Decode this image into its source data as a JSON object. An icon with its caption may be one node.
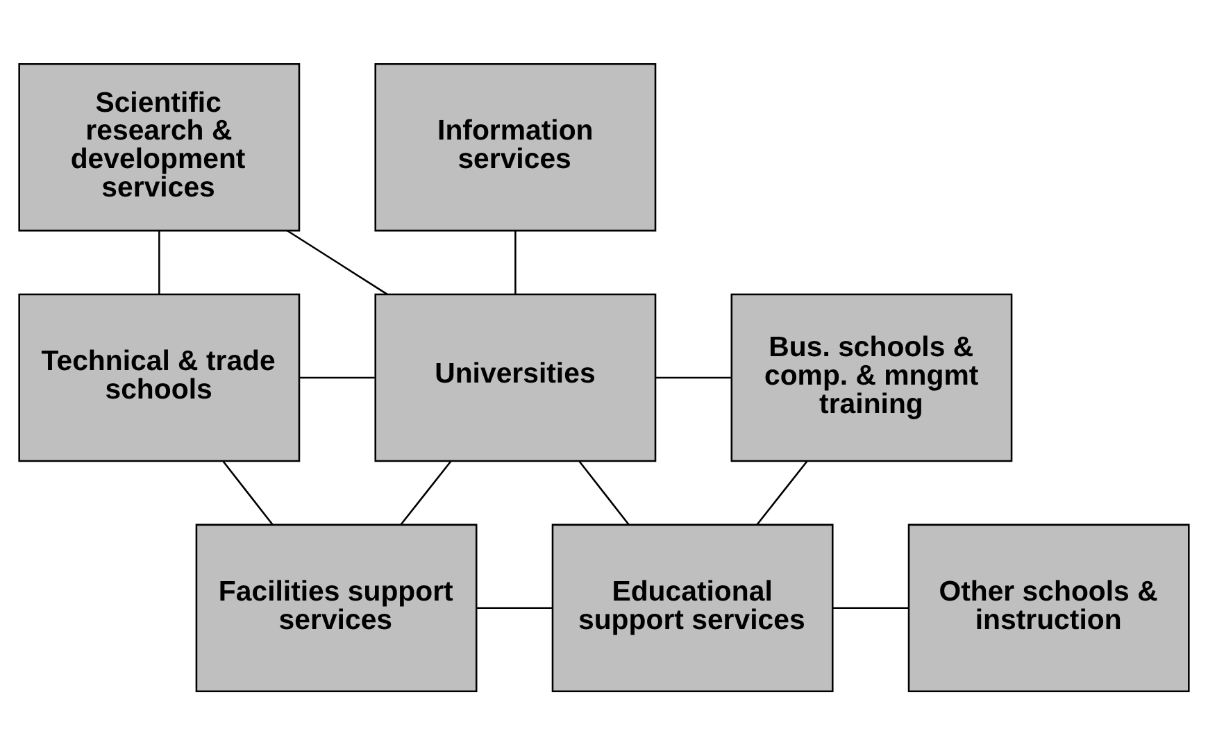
{
  "diagram": {
    "nodes": [
      {
        "text": [
          "Scientific research & development services"
        ]
      },
      {
        "text": [
          "Information services"
        ]
      },
      {
        "text": [
          "Technical & trade schools"
        ]
      },
      {
        "text": [
          "Universities"
        ]
      },
      {
        "text": [
          "Bus. schools & comp. & mngmt training"
        ]
      },
      {
        "text": [
          "Facilities support services"
        ]
      },
      {
        "text": [
          "Educational support services"
        ]
      },
      {
        "text": [
          "Other schools & instruction"
        ]
      }
    ],
    "edges": [
      {
        "from": 0,
        "to": 2,
        "arrow": "none"
      },
      {
        "from": 0,
        "to": 3,
        "arrow": "none"
      },
      {
        "from": 1,
        "to": 3,
        "arrow": "none"
      },
      {
        "from": 2,
        "to": 3,
        "arrow": "none"
      },
      {
        "from": 3,
        "to": 4,
        "arrow": "none"
      },
      {
        "from": 2,
        "to": 5,
        "arrow": "none"
      },
      {
        "from": 3,
        "to": 5,
        "arrow": "none"
      },
      {
        "from": 3,
        "to": 6,
        "arrow": "none"
      },
      {
        "from": 4,
        "to": 6,
        "arrow": "none"
      },
      {
        "from": 5,
        "to": 6,
        "arrow": "none"
      },
      {
        "from": 6,
        "to": 7,
        "arrow": "none"
      }
    ]
  }
}
